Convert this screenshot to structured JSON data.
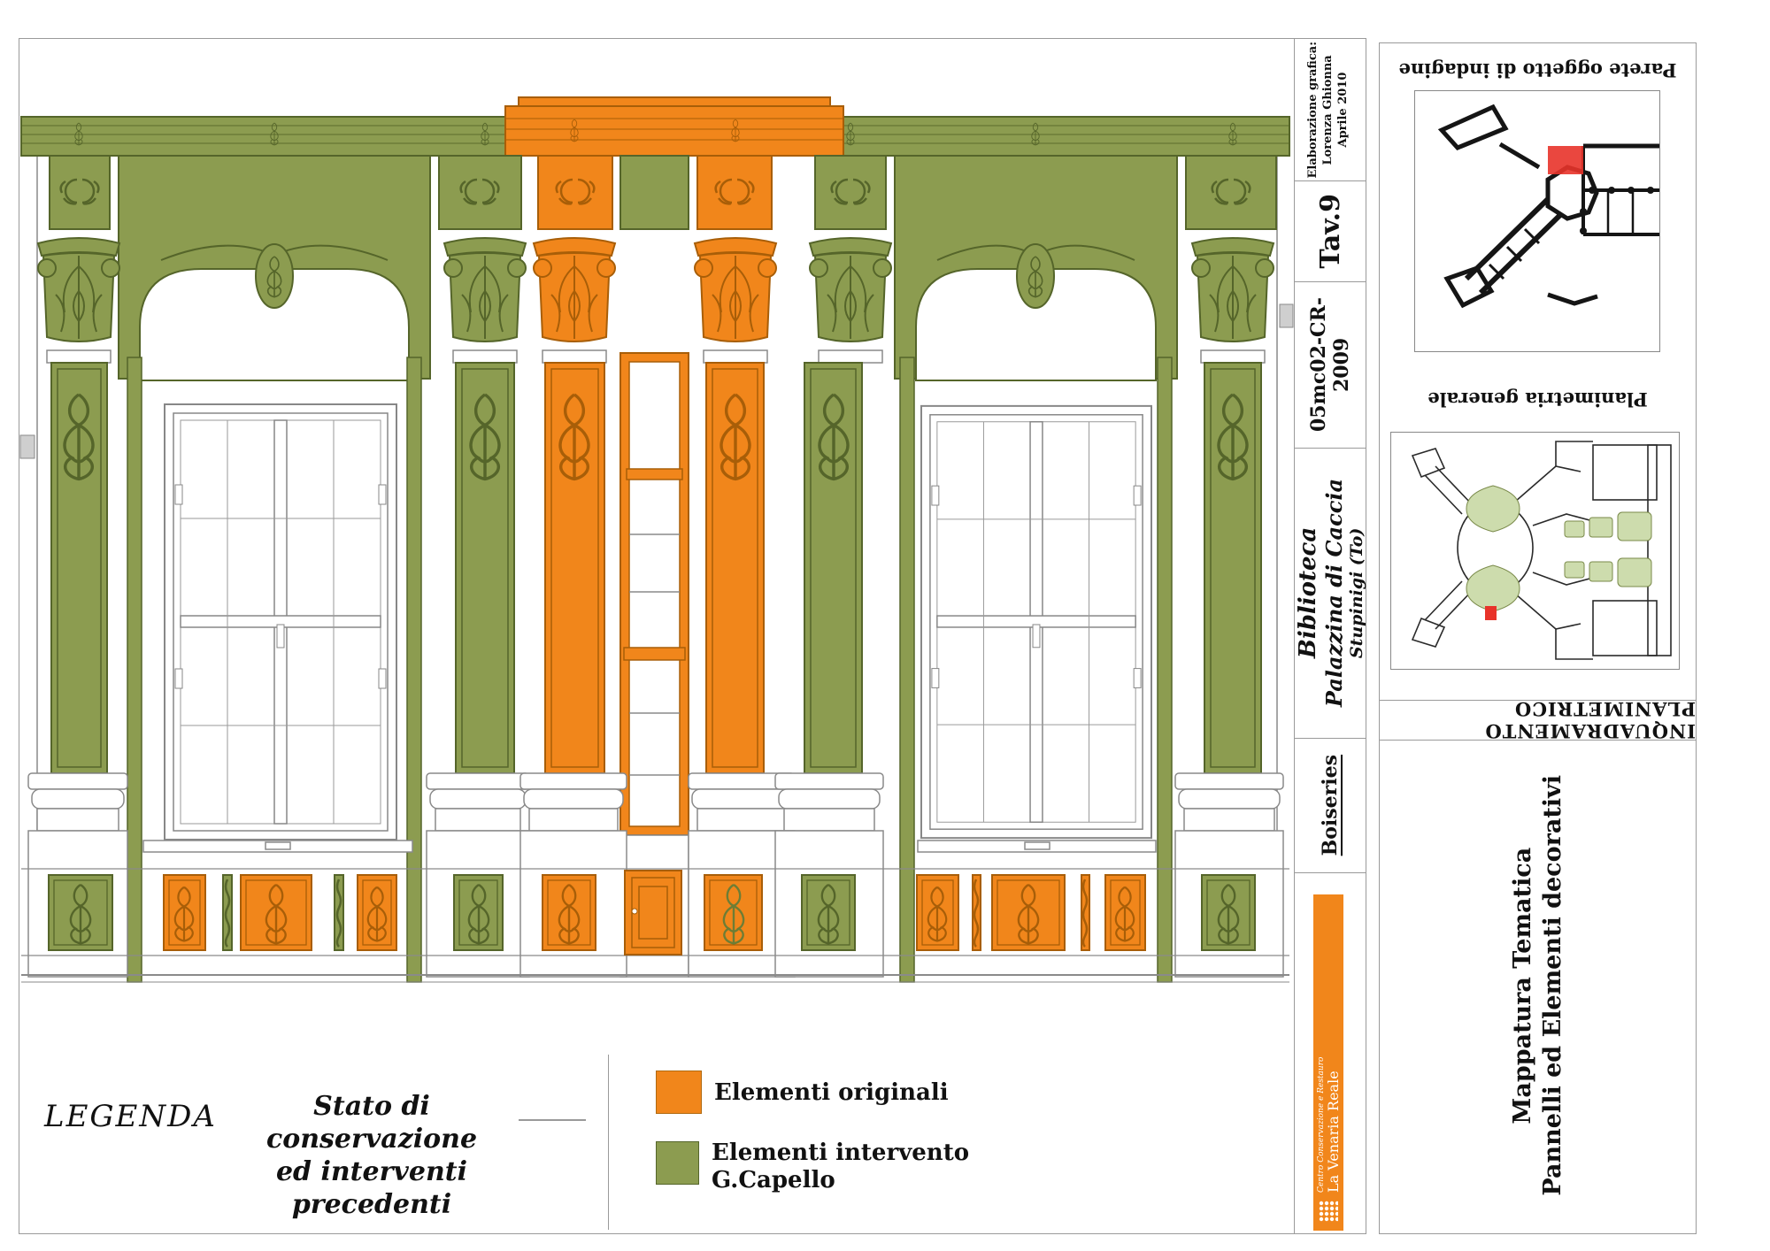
{
  "legend": {
    "title": "LEGENDA",
    "subject": [
      "Stato di conservazione",
      "ed interventi precedenti"
    ],
    "items": [
      {
        "label": [
          "Elementi originali"
        ],
        "color": "#F1861B"
      },
      {
        "label": [
          "Elementi intervento",
          "G.Capello"
        ],
        "color": "#8C9C50"
      }
    ]
  },
  "title_block": {
    "elaborazione": [
      "Elaborazione grafica:",
      "Lorenza Ghionna",
      "Aprile 2010"
    ],
    "tav": "Tav.9",
    "code": "05mc02-CR-2009",
    "location": [
      "Biblioteca",
      "Palazzina di Caccia",
      "Stupinigi (To)"
    ],
    "subject": "Boiseries",
    "logo": [
      "Centro Conservazione e Restauro",
      "La Venaria Reale"
    ]
  },
  "side_panel": {
    "caption_wall": "Parete oggetto di indagine",
    "caption_plan": "Planimetria generale",
    "band": "INQUADRAMENTO PLANIMETRICO",
    "title": [
      "Mappatura Tematica",
      "Pannelli ed Elementi decorativi"
    ]
  },
  "colors": {
    "orange": "#F1861B",
    "orangeDark": "#A85E08",
    "green": "#8C9C50",
    "greenDark": "#55652A",
    "red": "#E8332A",
    "planGreen": "#CDDCAD",
    "ink": "#8A8A8A"
  }
}
